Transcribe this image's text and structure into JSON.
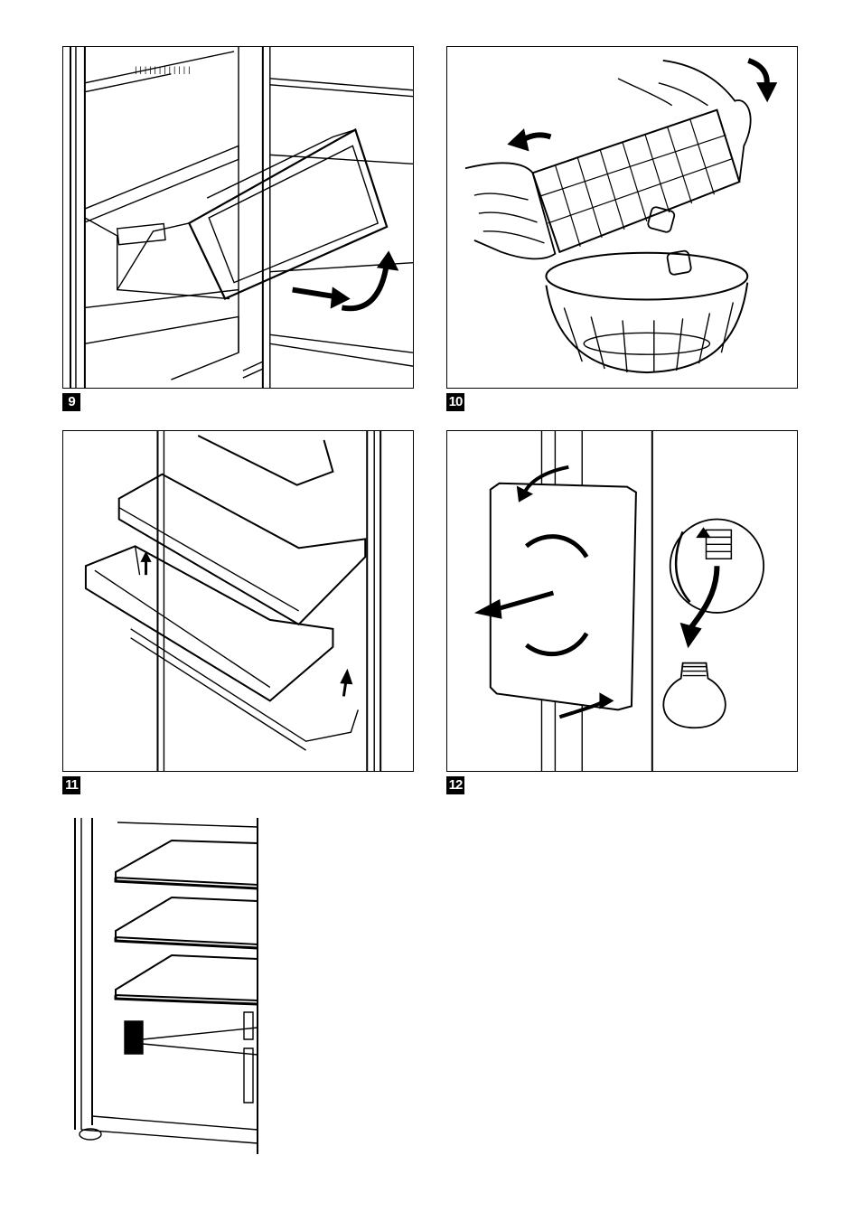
{
  "figures": [
    {
      "id": "fig9",
      "label": "9",
      "subject": "freezer-drawer-removal"
    },
    {
      "id": "fig10",
      "label": "10",
      "subject": "ice-cube-tray"
    },
    {
      "id": "fig11",
      "label": "11",
      "subject": "door-shelf-removal"
    },
    {
      "id": "fig12",
      "label": "12",
      "subject": "light-bulb-replacement"
    }
  ],
  "colors": {
    "ink": "#000000",
    "paper": "#ffffff"
  }
}
